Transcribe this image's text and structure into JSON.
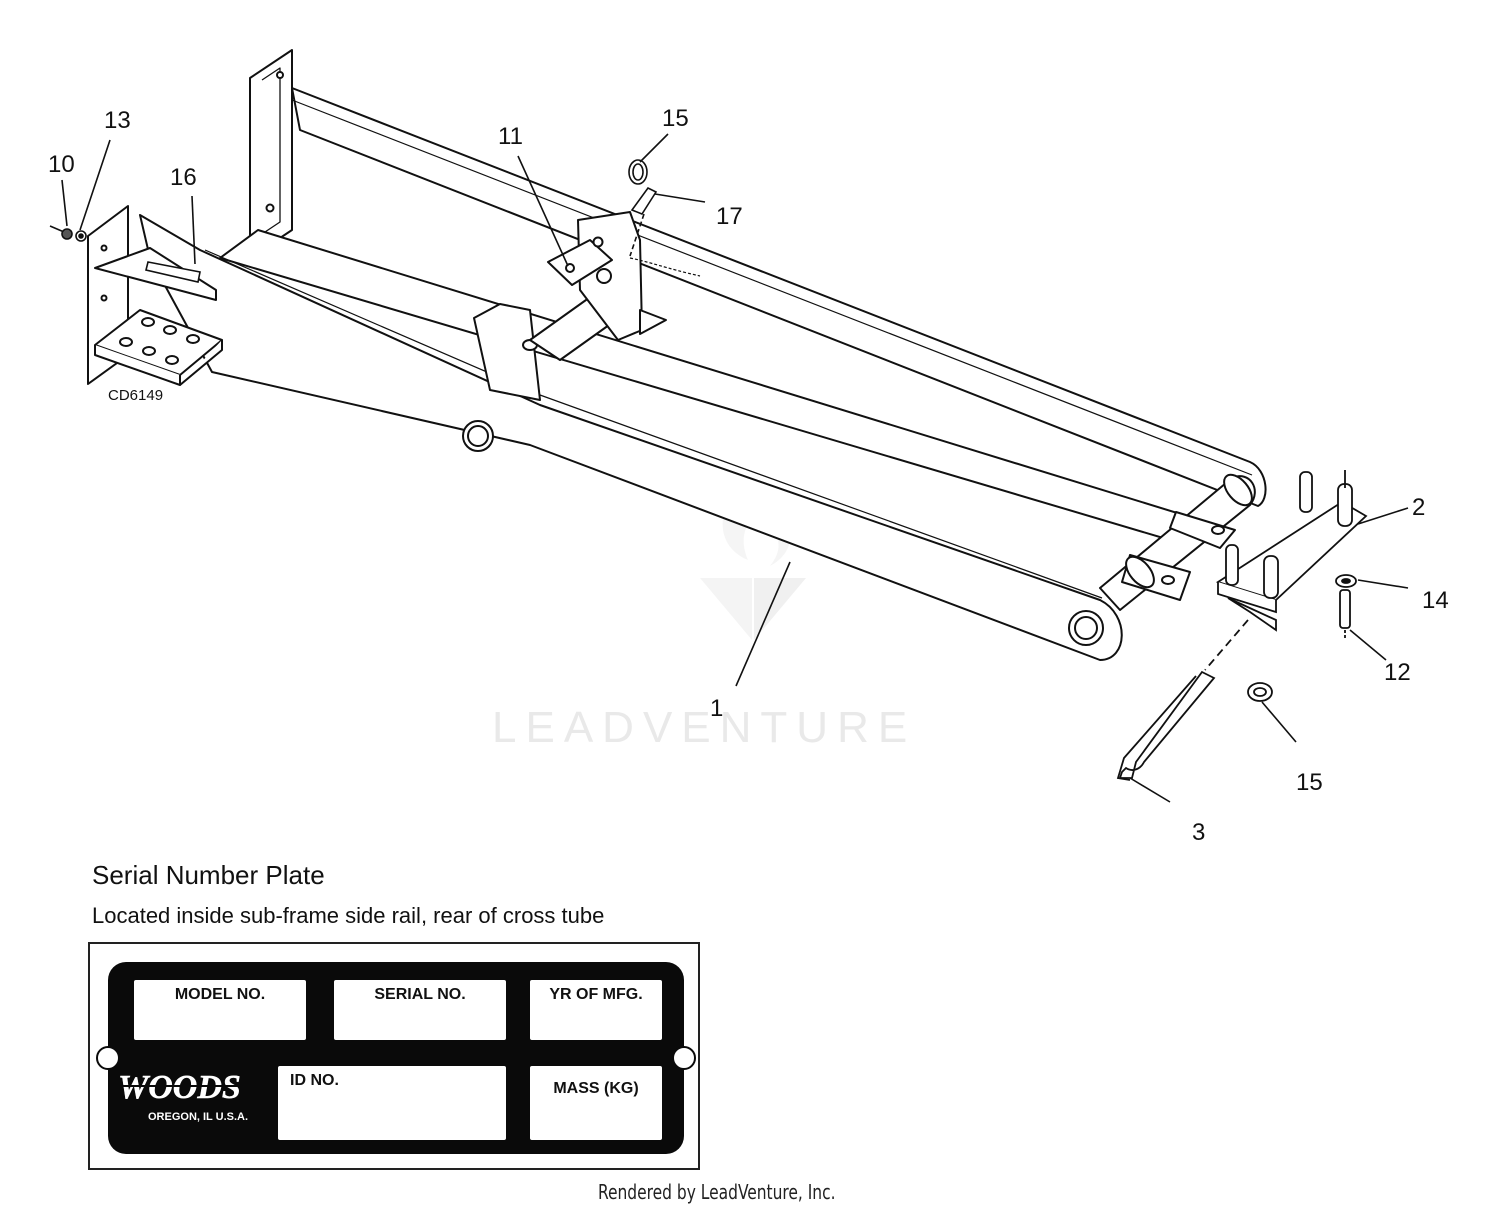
{
  "diagram": {
    "drawing_code": "CD6149",
    "callouts": [
      {
        "id": "c10",
        "text": "10"
      },
      {
        "id": "c13",
        "text": "13"
      },
      {
        "id": "c16",
        "text": "16"
      },
      {
        "id": "c11",
        "text": "11"
      },
      {
        "id": "c15a",
        "text": "15"
      },
      {
        "id": "c17",
        "text": "17"
      },
      {
        "id": "c2",
        "text": "2"
      },
      {
        "id": "c14",
        "text": "14"
      },
      {
        "id": "c12",
        "text": "12"
      },
      {
        "id": "c1",
        "text": "1"
      },
      {
        "id": "c15b",
        "text": "15"
      },
      {
        "id": "c3",
        "text": "3"
      }
    ],
    "watermark": "LEADVENTURE"
  },
  "serial_plate": {
    "title": "Serial Number Plate",
    "subtitle": "Located inside sub-frame side rail, rear of cross tube",
    "fields": {
      "model": "MODEL NO.",
      "serial": "SERIAL NO.",
      "year": "YR OF MFG.",
      "id": "ID NO.",
      "mass": "MASS (KG)"
    },
    "brand": "WOODS",
    "brand_location": "OREGON, IL U.S.A."
  },
  "footer": "Rendered by LeadVenture, Inc."
}
